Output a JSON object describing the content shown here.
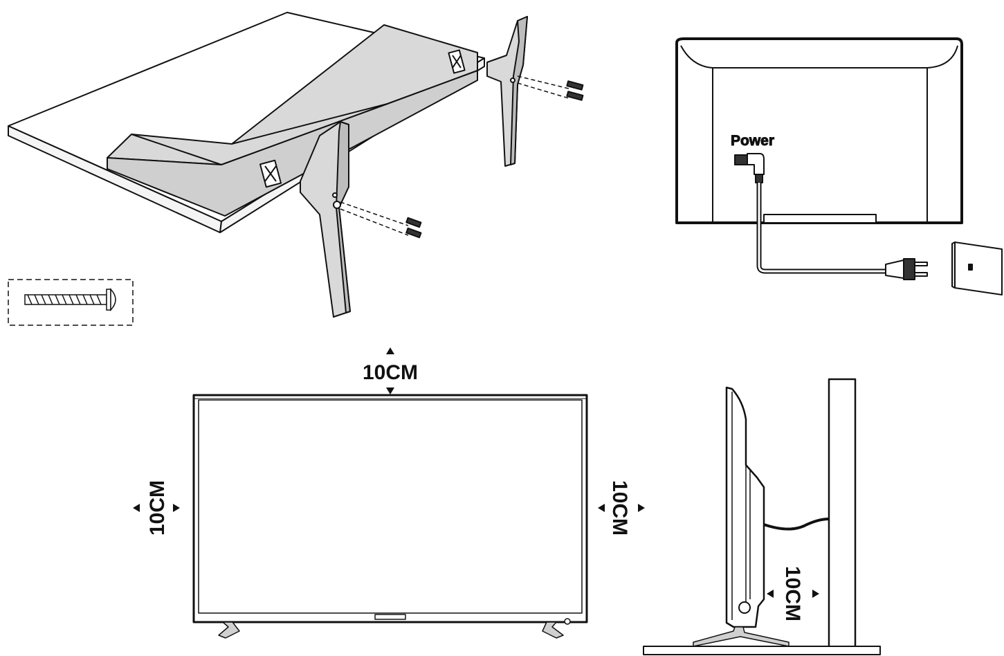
{
  "labels": {
    "power": "Power",
    "clearance_top": "10CM",
    "clearance_left": "10CM",
    "clearance_right": "10CM",
    "clearance_back": "10CM"
  },
  "colors": {
    "line": "#111111",
    "fill_gray": "#d9d9d9",
    "fill_light": "#ececec",
    "background": "#ffffff"
  }
}
